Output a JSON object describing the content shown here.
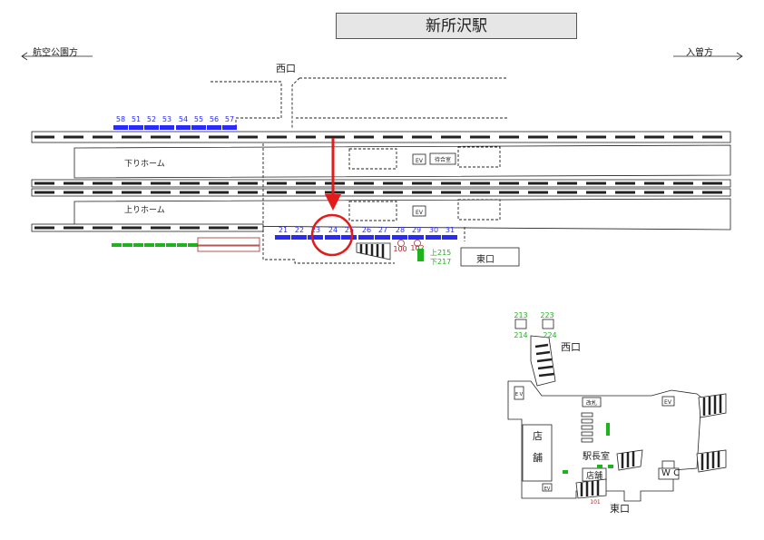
{
  "station": {
    "name": "新所沢駅"
  },
  "directions": {
    "left": "航空公園方",
    "right": "入曽方"
  },
  "platforms": {
    "down": "下りホーム",
    "up": "上りホーム"
  },
  "exits": {
    "west": "西口",
    "east": "東口"
  },
  "facilities": {
    "ev": "EV",
    "waiting_room": "待合室"
  },
  "car_stops_west": [
    "58",
    "51",
    "52",
    "53",
    "54",
    "55",
    "56",
    "57"
  ],
  "car_stops_east": [
    "21",
    "22",
    "23",
    "24",
    "25",
    "26",
    "27",
    "28",
    "29",
    "30",
    "31"
  ],
  "platform_markers": {
    "a": "100",
    "b": "102",
    "c": "上215",
    "d": "下217"
  },
  "concourse": {
    "stair_a": "213",
    "stair_b": "223",
    "stair_c": "214",
    "stair_d": "224",
    "ev_west": "E V",
    "shop_vertical": [
      "店",
      "舗"
    ],
    "stationmaster": "駅長室",
    "shop": "店舗",
    "wc": "W C",
    "ev_right": "EV",
    "ev_bottom": "EV",
    "ticket_area": "改札",
    "num_101": "101"
  },
  "colors": {
    "car_stop": "#2a2aff",
    "marker": "#1db31d",
    "highlight": "#e21b1b",
    "brown": "#a52a2a"
  }
}
